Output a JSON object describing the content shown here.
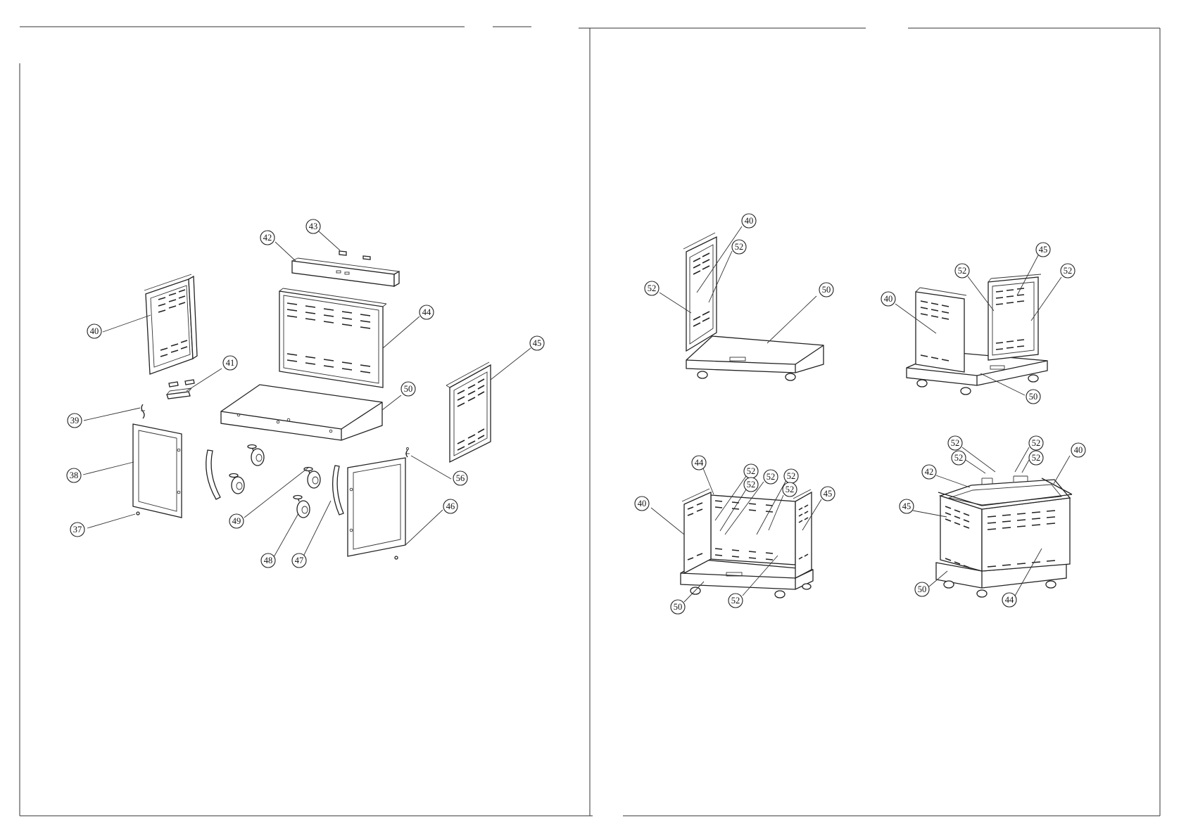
{
  "left_panel": {
    "callouts": [
      {
        "id": "c-42",
        "label": "42"
      },
      {
        "id": "c-43",
        "label": "43"
      },
      {
        "id": "c-40",
        "label": "40"
      },
      {
        "id": "c-44",
        "label": "44"
      },
      {
        "id": "c-41",
        "label": "41"
      },
      {
        "id": "c-45",
        "label": "45"
      },
      {
        "id": "c-50",
        "label": "50"
      },
      {
        "id": "c-39",
        "label": "39"
      },
      {
        "id": "c-38",
        "label": "38"
      },
      {
        "id": "c-56",
        "label": "56"
      },
      {
        "id": "c-49",
        "label": "49"
      },
      {
        "id": "c-46",
        "label": "46"
      },
      {
        "id": "c-37",
        "label": "37"
      },
      {
        "id": "c-48",
        "label": "48"
      },
      {
        "id": "c-47",
        "label": "47"
      }
    ]
  },
  "right_panel": {
    "step1": {
      "callouts": [
        {
          "label": "40"
        },
        {
          "label": "52"
        },
        {
          "label": "52"
        },
        {
          "label": "50"
        }
      ]
    },
    "step2": {
      "callouts": [
        {
          "label": "45"
        },
        {
          "label": "52"
        },
        {
          "label": "52"
        },
        {
          "label": "40"
        },
        {
          "label": "50"
        }
      ]
    },
    "step3": {
      "callouts": [
        {
          "label": "44"
        },
        {
          "label": "52"
        },
        {
          "label": "52"
        },
        {
          "label": "52"
        },
        {
          "label": "52"
        },
        {
          "label": "52"
        },
        {
          "label": "45"
        },
        {
          "label": "40"
        },
        {
          "label": "50"
        },
        {
          "label": "52"
        }
      ]
    },
    "step4": {
      "callouts": [
        {
          "label": "52"
        },
        {
          "label": "52"
        },
        {
          "label": "52"
        },
        {
          "label": "52"
        },
        {
          "label": "40"
        },
        {
          "label": "42"
        },
        {
          "label": "45"
        },
        {
          "label": "50"
        },
        {
          "label": "44"
        }
      ]
    }
  }
}
